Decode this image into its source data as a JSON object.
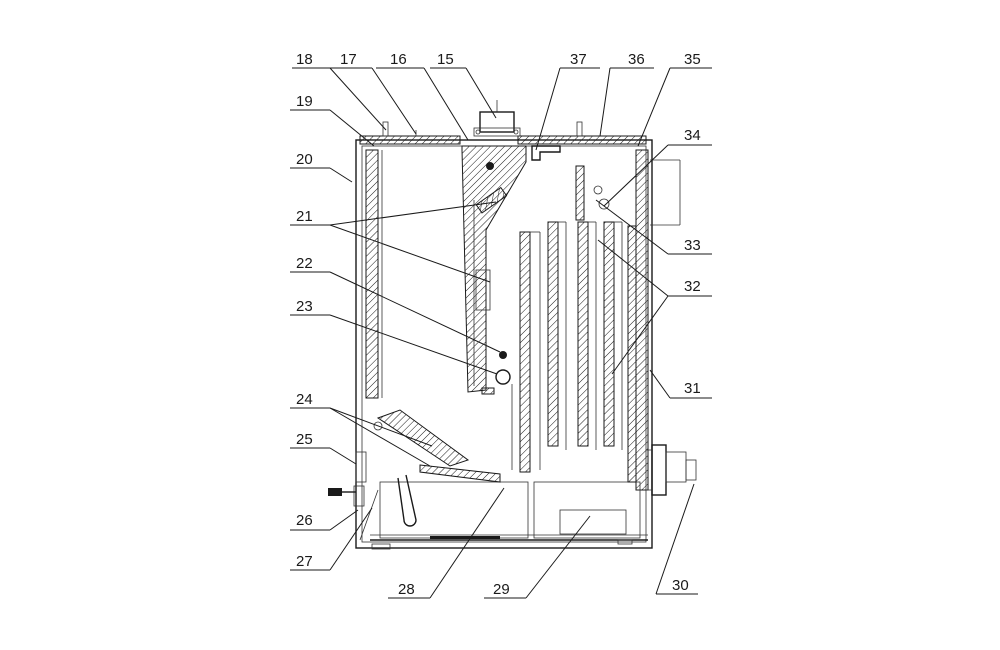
{
  "diagram": {
    "callouts": [
      {
        "id": "18",
        "text": "18"
      },
      {
        "id": "17",
        "text": "17"
      },
      {
        "id": "16",
        "text": "16"
      },
      {
        "id": "15",
        "text": "15"
      },
      {
        "id": "37",
        "text": "37"
      },
      {
        "id": "36",
        "text": "36"
      },
      {
        "id": "35",
        "text": "35"
      },
      {
        "id": "19",
        "text": "19"
      },
      {
        "id": "34",
        "text": "34"
      },
      {
        "id": "20",
        "text": "20"
      },
      {
        "id": "21",
        "text": "21"
      },
      {
        "id": "33",
        "text": "33"
      },
      {
        "id": "22",
        "text": "22"
      },
      {
        "id": "32",
        "text": "32"
      },
      {
        "id": "23",
        "text": "23"
      },
      {
        "id": "31",
        "text": "31"
      },
      {
        "id": "24",
        "text": "24"
      },
      {
        "id": "25",
        "text": "25"
      },
      {
        "id": "26",
        "text": "26"
      },
      {
        "id": "27",
        "text": "27"
      },
      {
        "id": "28",
        "text": "28"
      },
      {
        "id": "29",
        "text": "29"
      },
      {
        "id": "30",
        "text": "30"
      }
    ]
  }
}
